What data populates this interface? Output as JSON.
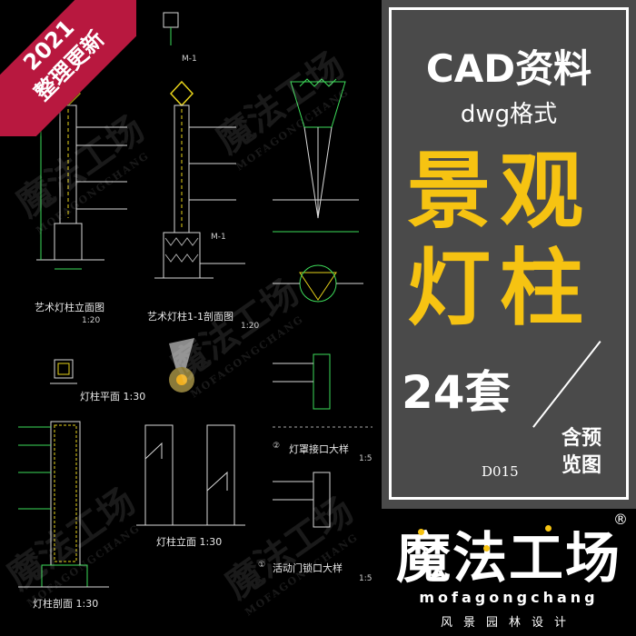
{
  "ribbon": {
    "year": "2021",
    "text": "整理更新"
  },
  "panel": {
    "title_cad": "CAD资料",
    "title_format": "dwg格式",
    "title_line1": "景观",
    "title_line2": "灯柱",
    "set_count": "24套",
    "preview_line1": "含预",
    "preview_line2": "览图",
    "code": "D015"
  },
  "brand": {
    "name": "魔法工场",
    "registered": "®",
    "pinyin": "mofagongchang",
    "tagline": "风景园林设计"
  },
  "watermark": {
    "name": "魔法工场",
    "pinyin": "MOFAGONGCHANG"
  },
  "cad_labels": {
    "elevation_art": "艺术灯柱立面图",
    "section_art": "艺术灯柱1-1剖面图",
    "scale_120": "1:20",
    "scale_130": "1:30",
    "plan": "灯柱平面  1:30",
    "elevation": "灯柱立面  1:30",
    "section": "灯柱剖面  1:30",
    "lamp_detail": "灯罩接口大样",
    "door_detail": "活动门锁口大样",
    "num_1": "①",
    "num_2": "②",
    "scale_15a": "1:5",
    "scale_15b": "1:5",
    "m1": "M-1",
    "m1b": "M-1"
  },
  "colors": {
    "accent": "#f6c312",
    "ribbon": "#b8183f",
    "panel": "#4a4a4a",
    "cad_line": "#d8d8d8",
    "cad_green": "#3ddc5a",
    "cad_yellow": "#e6d21a"
  }
}
